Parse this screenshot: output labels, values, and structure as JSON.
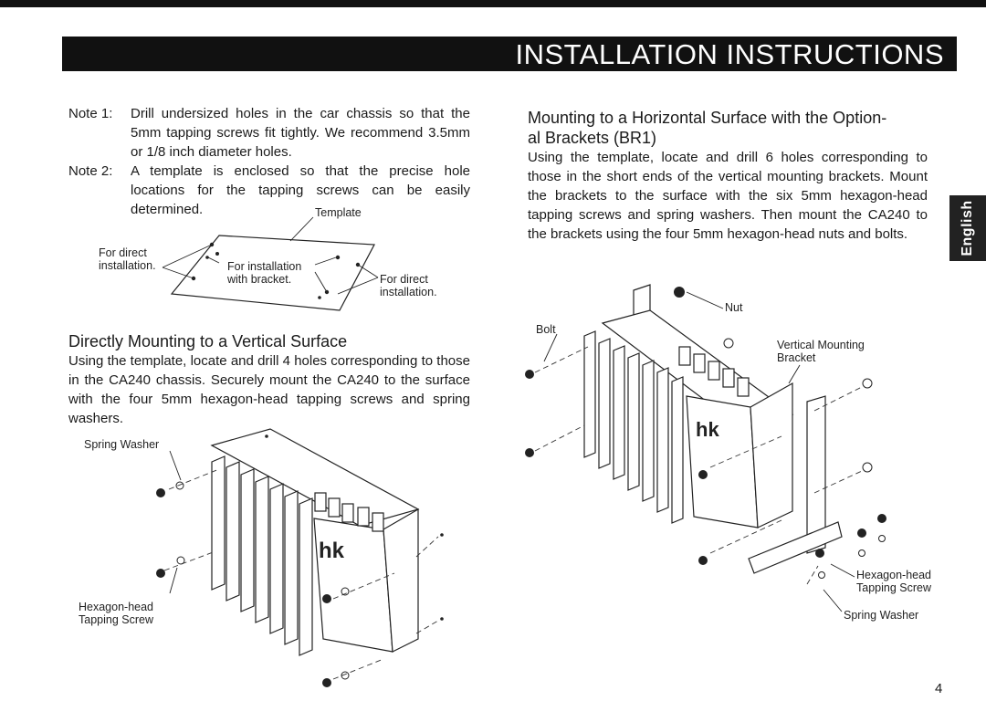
{
  "header": {
    "title": "INSTALLATION INSTRUCTIONS"
  },
  "notes": [
    {
      "label": "Note 1:",
      "text": "Drill undersized holes in the car chassis so that the 5mm tapping screws fit tightly. We recommend 3.5mm or 1/8 inch diameter holes."
    },
    {
      "label": "Note 2:",
      "text": "A template is enclosed so that the precise hole locations for the tapping screws can be easily determined."
    }
  ],
  "template_figure": {
    "template": "Template",
    "for_direct_left": "For direct",
    "installation_left": "installation.",
    "for_installation": "For installation",
    "with_bracket": "with bracket.",
    "for_direct_right": "For direct",
    "installation_right": "installation."
  },
  "vertical_section": {
    "heading": "Directly Mounting to a Vertical Surface",
    "body": "Using the template, locate and drill 4 holes corresponding to those in the CA240 chassis. Securely mount the CA240 to the surface with the four 5mm hexagon-head tapping screws and spring washers."
  },
  "vertical_figure": {
    "spring_washer": "Spring Washer",
    "hex_line1": "Hexagon-head",
    "hex_line2": "Tapping Screw",
    "logo": "hk"
  },
  "horizontal_section": {
    "heading_line1": "Mounting to a Horizontal Surface with the Option-",
    "heading_line2": "al Brackets (BR1)",
    "body": "Using the template, locate and drill 6 holes corresponding to those in the short ends of the vertical mounting brackets. Mount the brackets to the surface with the six 5mm hexagon-head tapping screws and spring washers. Then mount the CA240 to the brackets using the four 5mm hexagon-head nuts and bolts."
  },
  "horizontal_figure": {
    "nut": "Nut",
    "bolt": "Bolt",
    "vmb_line1": "Vertical Mounting",
    "vmb_line2": "Bracket",
    "hex_line1": "Hexagon-head",
    "hex_line2": "Tapping Screw",
    "spring_washer": "Spring Washer",
    "logo": "hk"
  },
  "side_tab": {
    "label": "English"
  },
  "page_number": "4"
}
